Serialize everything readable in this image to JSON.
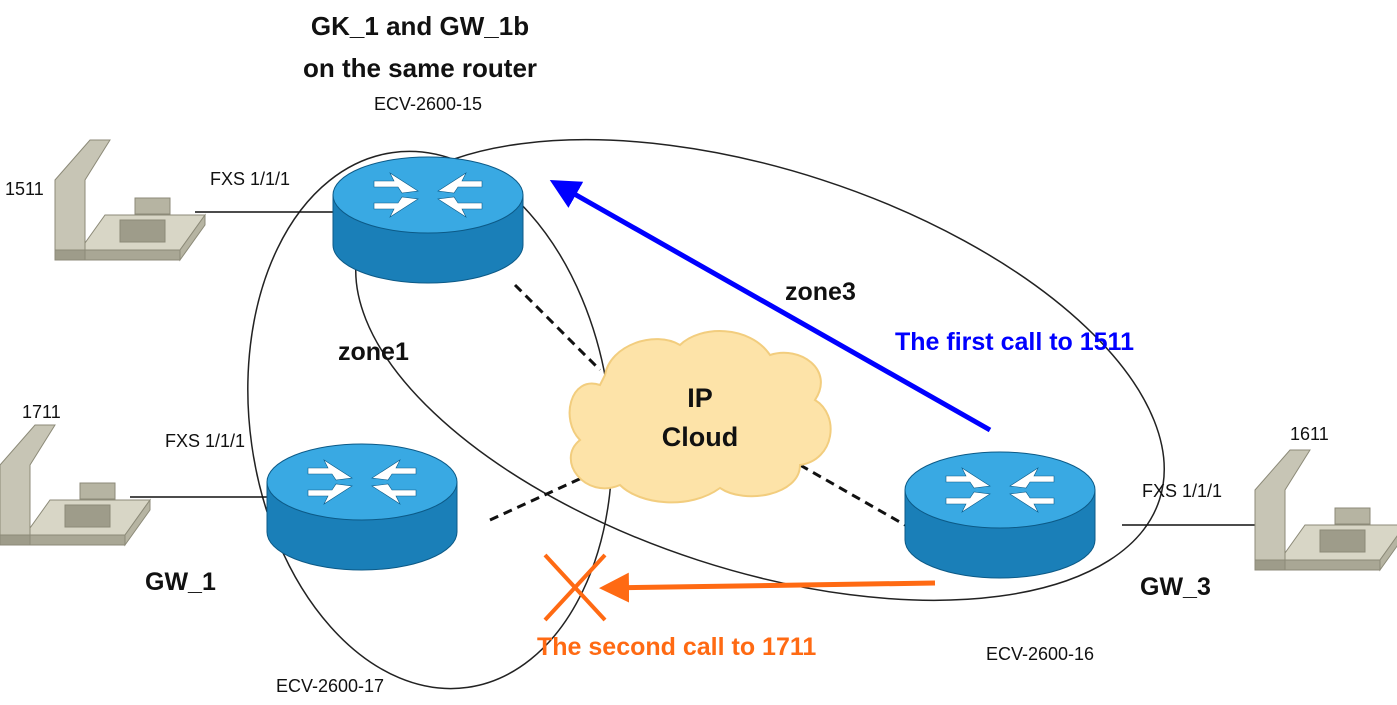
{
  "title": {
    "line1": "GK_1 and GW_1b",
    "line2": "on the same router"
  },
  "routers": {
    "top": {
      "label": "ECV-2600-15",
      "port": "FXS 1/1/1"
    },
    "left": {
      "label": "ECV-2600-17",
      "name": "GW_1",
      "port": "FXS 1/1/1"
    },
    "right": {
      "label": "ECV-2600-16",
      "name": "GW_3",
      "port": "FXS 1/1/1"
    }
  },
  "phones": {
    "top": "1511",
    "left": "1711",
    "right": "1611"
  },
  "cloud": {
    "line1": "IP",
    "line2": "Cloud"
  },
  "zones": {
    "zone1": "zone1",
    "zone3": "zone3"
  },
  "calls": {
    "first": "The first call to 1511",
    "second": "The second call to 1711"
  },
  "colors": {
    "first_call": "#0000ff",
    "second_call": "#ff6a13",
    "router_top": "#39a9e3",
    "router_side": "#1a7fb8",
    "cloud": "#fde3a8",
    "phone": "#c7c5b5"
  }
}
